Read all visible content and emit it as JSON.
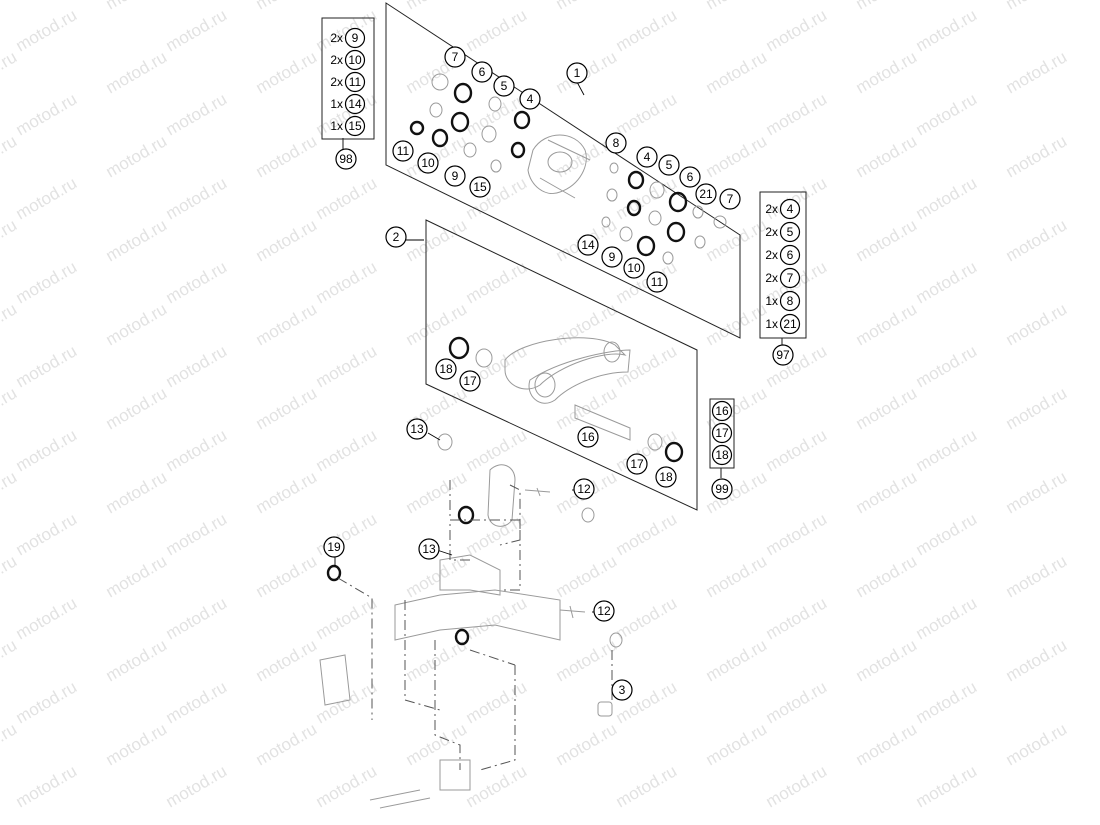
{
  "watermark": "motod.ru",
  "callouts": [
    "1",
    "2",
    "3",
    "4",
    "5",
    "6",
    "7",
    "8",
    "9",
    "10",
    "11",
    "12",
    "13",
    "14",
    "15",
    "16",
    "17",
    "18",
    "19",
    "21",
    "97",
    "98",
    "99"
  ],
  "legend_98": {
    "ref": "98",
    "rows": [
      {
        "qty": "2x",
        "ref": "9"
      },
      {
        "qty": "2x",
        "ref": "10"
      },
      {
        "qty": "2x",
        "ref": "11"
      },
      {
        "qty": "1x",
        "ref": "14"
      },
      {
        "qty": "1x",
        "ref": "15"
      }
    ]
  },
  "legend_97": {
    "ref": "97",
    "rows": [
      {
        "qty": "2x",
        "ref": "4"
      },
      {
        "qty": "2x",
        "ref": "5"
      },
      {
        "qty": "2x",
        "ref": "6"
      },
      {
        "qty": "2x",
        "ref": "7"
      },
      {
        "qty": "1x",
        "ref": "8"
      },
      {
        "qty": "1x",
        "ref": "21"
      }
    ]
  },
  "legend_99": {
    "ref": "99",
    "rows": [
      {
        "ref": "16"
      },
      {
        "ref": "17"
      },
      {
        "ref": "18"
      }
    ]
  }
}
